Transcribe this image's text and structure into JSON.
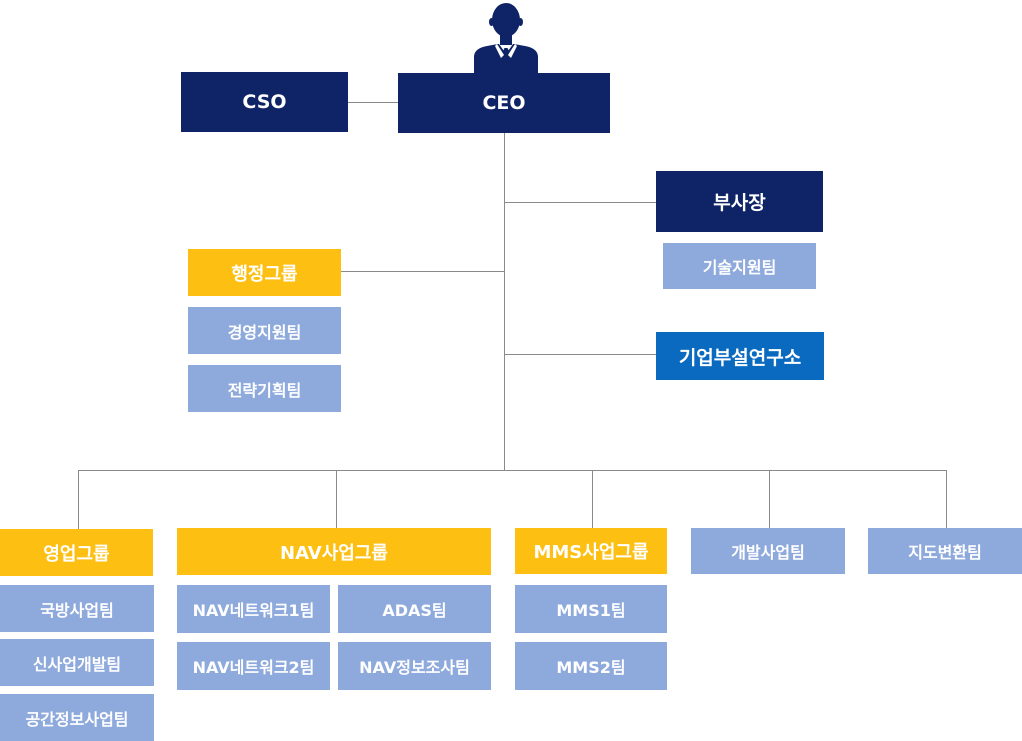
{
  "colors": {
    "executive": "#0f2466",
    "research": "#0a6abf",
    "group": "#fdbf12",
    "team": "#8ea9dc",
    "connector": "#8a8a8a"
  },
  "icons": {
    "ceo": "businessman-icon"
  },
  "executives": {
    "ceo": "CEO",
    "cso": "CSO",
    "vice_president": "부사장"
  },
  "vice_president_teams": [
    "기술지원팀"
  ],
  "research_institute": "기업부설연구소",
  "admin_group": {
    "name": "행정그룹",
    "teams": [
      "경영지원팀",
      "전략기획팀"
    ]
  },
  "sales_group": {
    "name": "영업그룹",
    "teams": [
      "국방사업팀",
      "신사업개발팀",
      "공간정보사업팀"
    ]
  },
  "nav_group": {
    "name": "NAV사업그룹",
    "teams": [
      "NAV네트워크1팀",
      "ADAS팀",
      "NAV네트워크2팀",
      "NAV정보조사팀"
    ]
  },
  "mms_group": {
    "name": "MMS사업그룹",
    "teams": [
      "MMS1팀",
      "MMS2팀"
    ]
  },
  "standalone_teams": [
    "개발사업팀",
    "지도변환팀"
  ]
}
